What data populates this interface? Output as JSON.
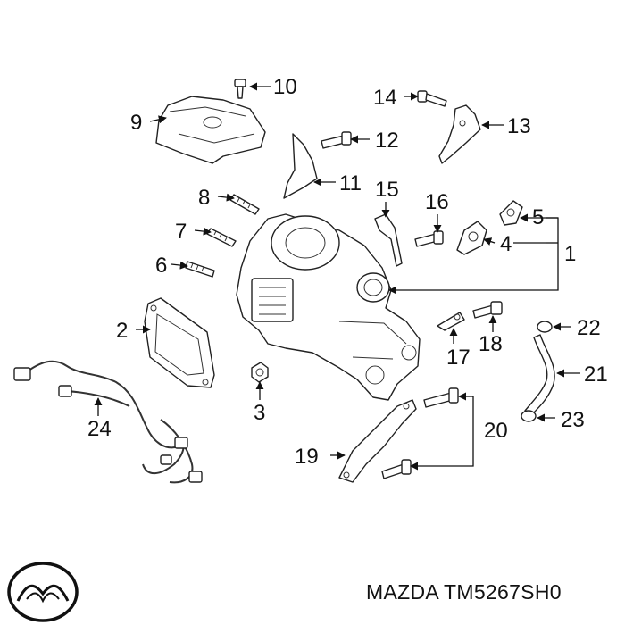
{
  "callouts": [
    "1",
    "2",
    "3",
    "4",
    "5",
    "6",
    "7",
    "8",
    "9",
    "10",
    "11",
    "12",
    "13",
    "14",
    "15",
    "16",
    "17",
    "18",
    "19",
    "20",
    "21",
    "22",
    "23",
    "24"
  ],
  "caption": "MAZDA TM5267SH0",
  "brand_logo": "mazda-logo",
  "colors": {
    "line": "#222222",
    "background": "#ffffff"
  }
}
